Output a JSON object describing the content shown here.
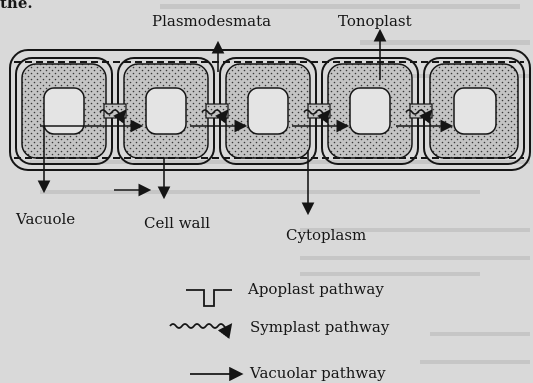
{
  "page": {
    "top_fragment": "the."
  },
  "diagram": {
    "labels": {
      "plasmodesmata": "Plasmodesmata",
      "tonoplast": "Tonoplast",
      "vacuole": "Vacuole",
      "cell_wall": "Cell wall",
      "cytoplasm": "Cytoplasm"
    },
    "cell_count": 5
  },
  "legend": {
    "items": [
      {
        "key": "apoplast",
        "label": "Apoplast pathway"
      },
      {
        "key": "symplast",
        "label": "Symplast pathway"
      },
      {
        "key": "vacuolar",
        "label": "Vacuolar pathway"
      }
    ]
  },
  "colors": {
    "background": "#d9d9d9",
    "ink": "#151515",
    "cytoplasm_fill": "#bfbfbf",
    "vacuole_fill": "#e4e4e4"
  }
}
